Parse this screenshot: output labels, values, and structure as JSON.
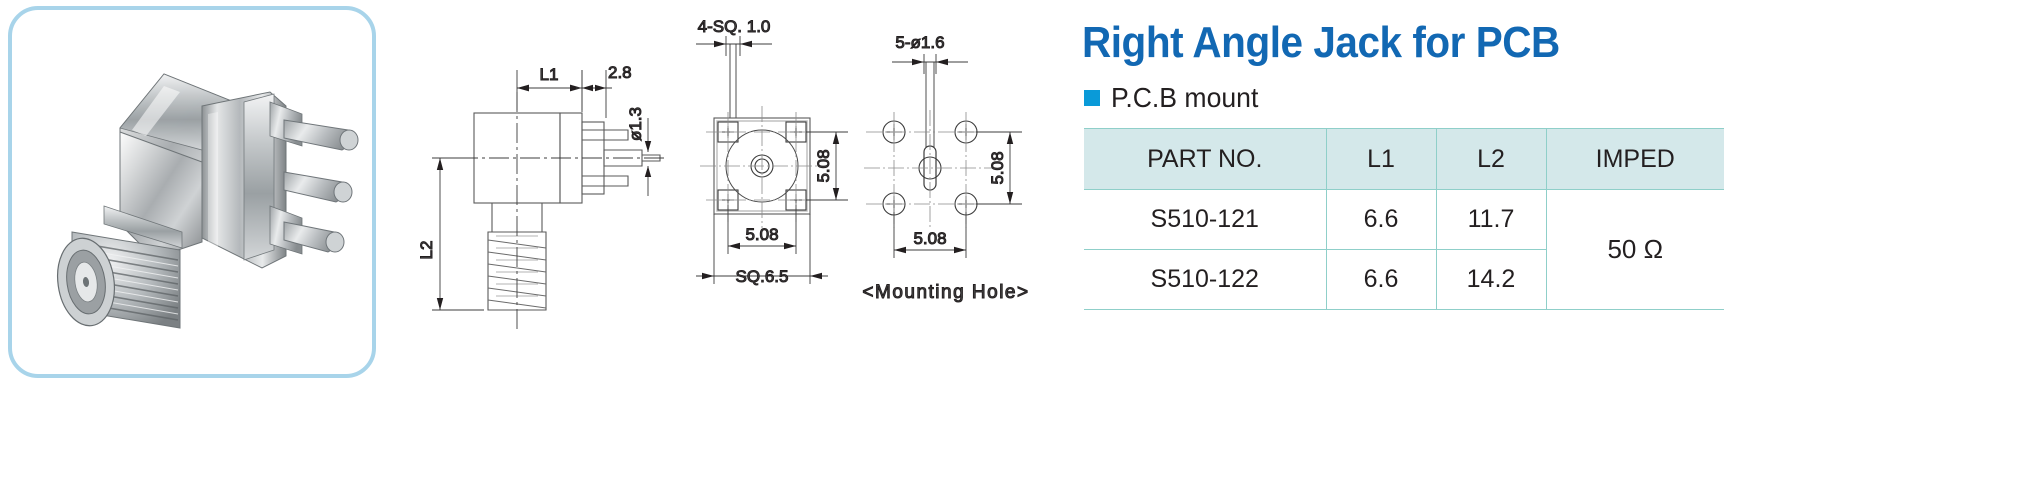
{
  "product": {
    "title": "Right Angle Jack for PCB",
    "subtitle": "P.C.B mount",
    "bullet_color": "#0a9ad8",
    "title_color": "#1268b3",
    "photo_alt": "right-angle-sma-jack-pcb-mount-photo"
  },
  "table": {
    "headers": [
      "PART NO.",
      "L1",
      "L2",
      "IMPED"
    ],
    "rows": [
      {
        "part_no": "S510-121",
        "l1": "6.6",
        "l2": "11.7"
      },
      {
        "part_no": "S510-122",
        "l1": "6.6",
        "l2": "14.2"
      }
    ],
    "impedance": "50 Ω",
    "header_bg": "#d4e8ea",
    "border_color": "#8fcfc9"
  },
  "drawings": {
    "side_view": {
      "labels": {
        "l1": "L1",
        "l2": "L2",
        "width_28": "2.8",
        "pin_dia": "ø1.3"
      }
    },
    "pcb_pattern": {
      "labels": {
        "pads": "4-SQ. 1.0",
        "pitch_h": "5.08",
        "pitch_v": "5.08",
        "outline": "SQ.6.5"
      }
    },
    "mounting_hole": {
      "caption": "<Mounting Hole>",
      "labels": {
        "holes": "5-ø1.6",
        "pitch_h": "5.08",
        "pitch_v": "5.08"
      }
    }
  }
}
